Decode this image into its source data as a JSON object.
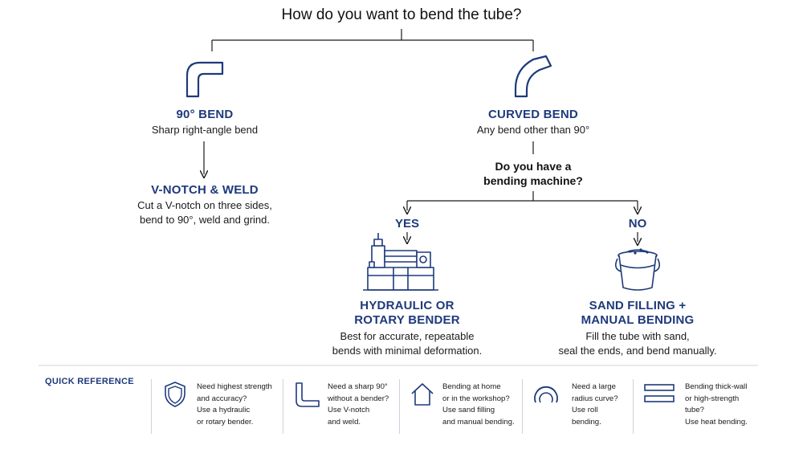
{
  "title": "How do you want to bend the tube?",
  "left_branch": {
    "heading": "90° BEND",
    "subtitle": "Sharp right-angle bend",
    "result_heading": "V-NOTCH & WELD",
    "result_lines": [
      "Cut a V-notch on three sides,",
      "bend to 90°, weld and grind."
    ]
  },
  "right_branch": {
    "heading": "CURVED BEND",
    "subtitle": "Any bend other than 90°",
    "question_lines": [
      "Do you have a",
      "bending machine?"
    ],
    "yes": {
      "label": "YES",
      "heading_lines": [
        "HYDRAULIC OR",
        "ROTARY BENDER"
      ],
      "body_lines": [
        "Best for accurate, repeatable",
        "bends with minimal deformation."
      ]
    },
    "no": {
      "label": "NO",
      "heading_lines": [
        "SAND FILLING +",
        "MANUAL BENDING"
      ],
      "body_lines": [
        "Fill the tube with sand,",
        "seal the ends, and bend manually."
      ]
    }
  },
  "quick_reference": {
    "title": "QUICK REFERENCE",
    "items": [
      {
        "icon": "shield-icon",
        "lines": [
          "Need highest strength",
          "and accuracy?",
          "Use a hydraulic",
          "or rotary bender."
        ]
      },
      {
        "icon": "elbow-icon",
        "lines": [
          "Need a sharp 90°",
          "without a bender?",
          "Use V-notch",
          "and weld."
        ]
      },
      {
        "icon": "house-icon",
        "lines": [
          "Bending at home",
          "or in the workshop?",
          "Use sand filling",
          "and manual bending."
        ]
      },
      {
        "icon": "arc-roll-icon",
        "lines": [
          "Need a large",
          "radius curve?",
          "Use roll",
          "bending."
        ]
      },
      {
        "icon": "thick-wall-icon",
        "lines": [
          "Bending thick-wall",
          "or high-strength",
          "tube?",
          "Use heat bending."
        ]
      }
    ]
  },
  "colors": {
    "accent": "#1e3a7b",
    "line": "#1a1a1a",
    "divider": "#cfd3dc"
  }
}
